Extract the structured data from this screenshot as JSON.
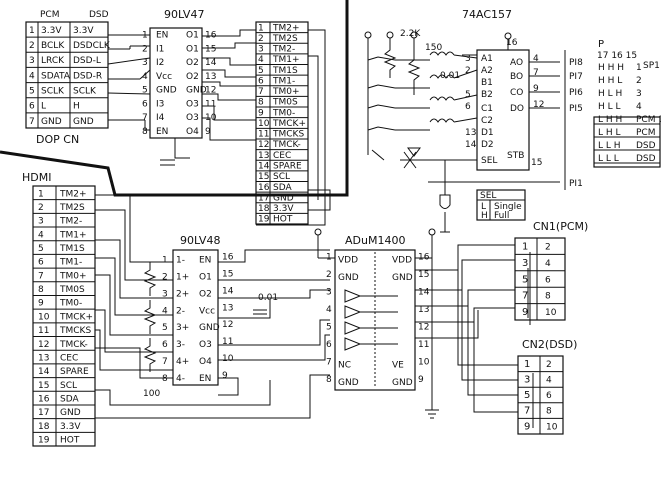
{
  "dop_connector": {
    "header_left": "PCM",
    "header_right": "DSD",
    "rows": [
      {
        "num": "1",
        "pcm": "3.3V",
        "dsd": "3.3V"
      },
      {
        "num": "2",
        "pcm": "BCLK",
        "dsd": "DSDCLK"
      },
      {
        "num": "3",
        "pcm": "LRCK",
        "dsd": "DSD-L"
      },
      {
        "num": "4",
        "pcm": "SDATA",
        "dsd": "DSD-R"
      },
      {
        "num": "5",
        "pcm": "SCLK",
        "dsd": "SCLK"
      },
      {
        "num": "6",
        "pcm": "L",
        "dsd": "H"
      },
      {
        "num": "7",
        "pcm": "GND",
        "dsd": "GND"
      }
    ],
    "label": "DOP CN"
  },
  "chip_90lv47": {
    "title": "90LV47",
    "left_pins": [
      {
        "n": "1",
        "name": "EN"
      },
      {
        "n": "2",
        "name": "I1"
      },
      {
        "n": "3",
        "name": "I2"
      },
      {
        "n": "4",
        "name": "Vcc"
      },
      {
        "n": "5",
        "name": "GND"
      },
      {
        "n": "6",
        "name": "I3"
      },
      {
        "n": "7",
        "name": "I4"
      },
      {
        "n": "8",
        "name": "EN"
      }
    ],
    "right_pins": [
      {
        "n": "16",
        "name": "O1"
      },
      {
        "n": "15",
        "name": "O1"
      },
      {
        "n": "14",
        "name": "O2"
      },
      {
        "n": "13",
        "name": "O2"
      },
      {
        "n": "12",
        "name": "GND"
      },
      {
        "n": "11",
        "name": "O3"
      },
      {
        "n": "10",
        "name": "O3"
      },
      {
        "n": "9",
        "name": "O4"
      }
    ]
  },
  "hdmi_top": {
    "rows": [
      {
        "n": "1",
        "name": "TM2+"
      },
      {
        "n": "2",
        "name": "TM2S"
      },
      {
        "n": "3",
        "name": "TM2-"
      },
      {
        "n": "4",
        "name": "TM1+"
      },
      {
        "n": "5",
        "name": "TM1S"
      },
      {
        "n": "6",
        "name": "TM1-"
      },
      {
        "n": "7",
        "name": "TM0+"
      },
      {
        "n": "8",
        "name": "TM0S"
      },
      {
        "n": "9",
        "name": "TM0-"
      },
      {
        "n": "10",
        "name": "TMCK+"
      },
      {
        "n": "11",
        "name": "TMCKS"
      },
      {
        "n": "12",
        "name": "TMCK-"
      },
      {
        "n": "13",
        "name": "CEC"
      },
      {
        "n": "14",
        "name": "SPARE"
      },
      {
        "n": "15",
        "name": "SCL"
      },
      {
        "n": "16",
        "name": "SDA"
      },
      {
        "n": "17",
        "name": "GND"
      },
      {
        "n": "18",
        "name": "3.3V"
      },
      {
        "n": "19",
        "name": "HOT"
      }
    ]
  },
  "mux_74ac157": {
    "title": "74AC157",
    "pin16": "16",
    "resistor": "2.2K",
    "r150": "150",
    "cap": "0.01",
    "left_pins": [
      "A1",
      "A2",
      "B1",
      "B2",
      "C1",
      "C2",
      "D1",
      "D2",
      "SEL"
    ],
    "left_nums": [
      "3",
      "2",
      "5",
      "6",
      "13",
      "14"
    ],
    "right_pins": [
      "AO",
      "BO",
      "CO",
      "DO"
    ],
    "right_nums": [
      "4",
      "7",
      "9",
      "12"
    ],
    "stb": "STB",
    "stb_num": "15",
    "pi_labels": [
      "PI8",
      "PI7",
      "PI6",
      "PI5",
      "PI1"
    ],
    "sel_table": {
      "header": "SEL",
      "rows": [
        {
          "k": "L",
          "v": "Single"
        },
        {
          "k": "H",
          "v": "Full"
        }
      ]
    }
  },
  "truth_table": {
    "p_label": "P",
    "pins": "17 16 15",
    "sp_label": "SP1",
    "rows": [
      {
        "v": "H H H",
        "n": "1"
      },
      {
        "v": "H H L",
        "n": "2"
      },
      {
        "v": "H L H",
        "n": "3"
      },
      {
        "v": "H L L",
        "n": "4"
      },
      {
        "v": "L H H",
        "n": "PCM 12"
      },
      {
        "v": "L H L",
        "n": "PCM"
      },
      {
        "v": "L L H",
        "n": "DSD"
      },
      {
        "v": "L L L",
        "n": "DSD"
      }
    ]
  },
  "hdmi_bottom": {
    "title": "HDMI",
    "rows": [
      {
        "n": "1",
        "name": "TM2+"
      },
      {
        "n": "2",
        "name": "TM2S"
      },
      {
        "n": "3",
        "name": "TM2-"
      },
      {
        "n": "4",
        "name": "TM1+"
      },
      {
        "n": "5",
        "name": "TM1S"
      },
      {
        "n": "6",
        "name": "TM1-"
      },
      {
        "n": "7",
        "name": "TM0+"
      },
      {
        "n": "8",
        "name": "TM0S"
      },
      {
        "n": "9",
        "name": "TM0-"
      },
      {
        "n": "10",
        "name": "TMCK+"
      },
      {
        "n": "11",
        "name": "TMCKS"
      },
      {
        "n": "12",
        "name": "TMCK-"
      },
      {
        "n": "13",
        "name": "CEC"
      },
      {
        "n": "14",
        "name": "SPARE"
      },
      {
        "n": "15",
        "name": "SCL"
      },
      {
        "n": "16",
        "name": "SDA"
      },
      {
        "n": "17",
        "name": "GND"
      },
      {
        "n": "18",
        "name": "3.3V"
      },
      {
        "n": "19",
        "name": "HOT"
      }
    ]
  },
  "chip_90lv48": {
    "title": "90LV48",
    "left_nums": [
      "1",
      "2",
      "3",
      "4",
      "5",
      "6",
      "7",
      "8"
    ],
    "left_pins": [
      "1-",
      "1+",
      "2+",
      "2-",
      "3+",
      "3-",
      "4+",
      "4-"
    ],
    "right_nums": [
      "16",
      "15",
      "14",
      "13",
      "12",
      "11",
      "10",
      "9"
    ],
    "right_pins": [
      "EN",
      "O1",
      "O2",
      "Vcc",
      "GND",
      "O3",
      "O4",
      "EN"
    ],
    "cap": "0.01",
    "res": "100"
  },
  "adum": {
    "title": "ADuM1400",
    "left_pins": [
      "VDD",
      "GND",
      "",
      "",
      "",
      "",
      "NC",
      "GND"
    ],
    "left_nums": [
      "1",
      "2",
      "3",
      "4",
      "5",
      "6",
      "7",
      "8"
    ],
    "right_pins": [
      "VDD",
      "GND",
      "",
      "",
      "",
      "",
      "VE",
      "GND"
    ],
    "right_nums": [
      "16",
      "15",
      "14",
      "13",
      "12",
      "11",
      "10",
      "9"
    ]
  },
  "cn1": {
    "title": "CN1(PCM)",
    "left": [
      "1",
      "3",
      "5",
      "7",
      "9"
    ],
    "right": [
      "2",
      "4",
      "6",
      "8",
      "10"
    ]
  },
  "cn2": {
    "title": "CN2(DSD)",
    "left": [
      "1",
      "3",
      "5",
      "7",
      "9"
    ],
    "right": [
      "2",
      "4",
      "6",
      "8",
      "10"
    ]
  }
}
